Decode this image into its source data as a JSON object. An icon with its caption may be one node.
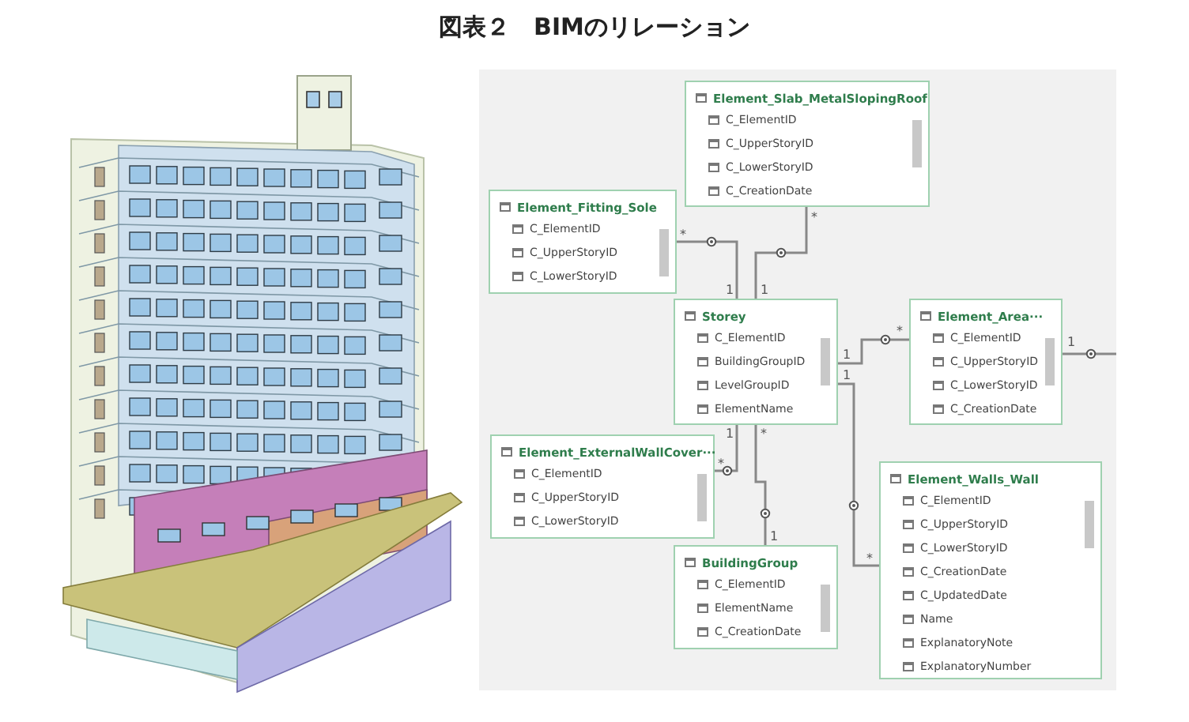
{
  "diagram": {
    "title": "図表２　BIMのリレーション",
    "nodes": [
      {
        "text": [
          "Element_Slab_MetalSlopingRoof",
          "C_ElementID",
          "C_UpperStoryID",
          "C_LowerStoryID",
          "C_CreationDate"
        ]
      },
      {
        "text": [
          "Element_Fitting_Sole",
          "C_ElementID",
          "C_UpperStoryID",
          "C_LowerStoryID"
        ]
      },
      {
        "text": [
          "Storey",
          "C_ElementID",
          "BuildingGroupID",
          "LevelGroupID",
          "ElementName"
        ]
      },
      {
        "text": [
          "Element_Area···",
          "C_ElementID",
          "C_UpperStoryID",
          "C_LowerStoryID",
          "C_CreationDate"
        ]
      },
      {
        "text": [
          "Element_ExternalWallCover···",
          "C_ElementID",
          "C_UpperStoryID",
          "C_LowerStoryID"
        ]
      },
      {
        "text": [
          "BuildingGroup",
          "C_ElementID",
          "ElementName",
          "C_CreationDate"
        ]
      },
      {
        "text": [
          "Element_Walls_Wall",
          "C_ElementID",
          "C_UpperStoryID",
          "C_LowerStoryID",
          "C_CreationDate",
          "C_UpdatedDate",
          "Name",
          "ExplanatoryNote",
          "ExplanatoryNumber"
        ]
      }
    ],
    "edges": [
      {
        "from": 2,
        "to": 1,
        "arrow": "none"
      },
      {
        "from": 2,
        "to": 0,
        "arrow": "none"
      },
      {
        "from": 2,
        "to": 3,
        "arrow": "none"
      },
      {
        "from": 3,
        "to": null,
        "arrow": "none"
      },
      {
        "from": 2,
        "to": 4,
        "arrow": "none"
      },
      {
        "from": 5,
        "to": 2,
        "arrow": "none"
      },
      {
        "from": 2,
        "to": 6,
        "arrow": "none"
      }
    ],
    "labels": [
      "*",
      "*",
      "1",
      "1",
      "1",
      "*",
      "1",
      "1",
      "1",
      "*",
      "*",
      "1",
      "*"
    ]
  }
}
